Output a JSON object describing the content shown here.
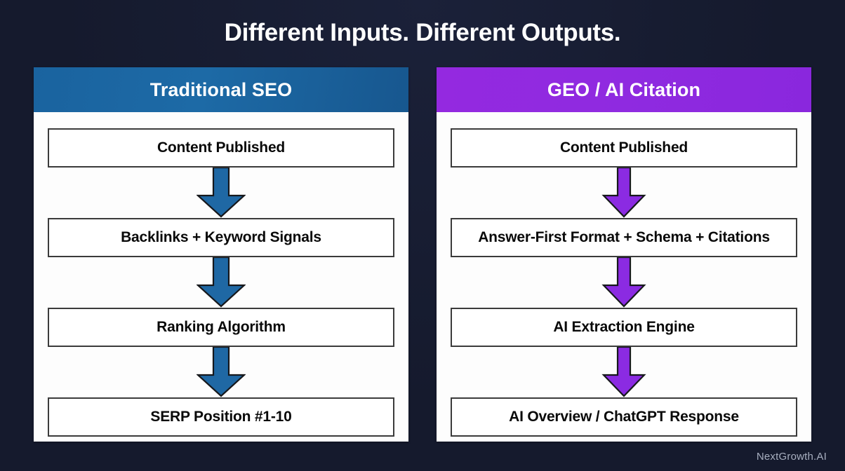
{
  "title": "Different Inputs. Different Outputs.",
  "footer": "NextGrowth.AI",
  "colors": {
    "background": "#151a2d",
    "seo_header": "#1a639f",
    "geo_header": "#9429e0",
    "seo_arrow": "#1f68a4",
    "geo_arrow": "#8b2be2",
    "box_border": "#3b3b3b",
    "panel_bg": "#fdfdfd",
    "title_text": "#ffffff",
    "footer_text": "#a7aebf"
  },
  "columns": [
    {
      "id": "traditional-seo",
      "header": "Traditional SEO",
      "arrow_color": "#1f68a4",
      "steps": [
        "Content Published",
        "Backlinks + Keyword Signals",
        "Ranking Algorithm",
        "SERP Position #1-10"
      ]
    },
    {
      "id": "geo-ai-citation",
      "header": "GEO / AI Citation",
      "arrow_color": "#8b2be2",
      "steps": [
        "Content Published",
        "Answer-First Format + Schema + Citations",
        "AI Extraction Engine",
        "AI Overview / ChatGPT Response"
      ]
    }
  ]
}
